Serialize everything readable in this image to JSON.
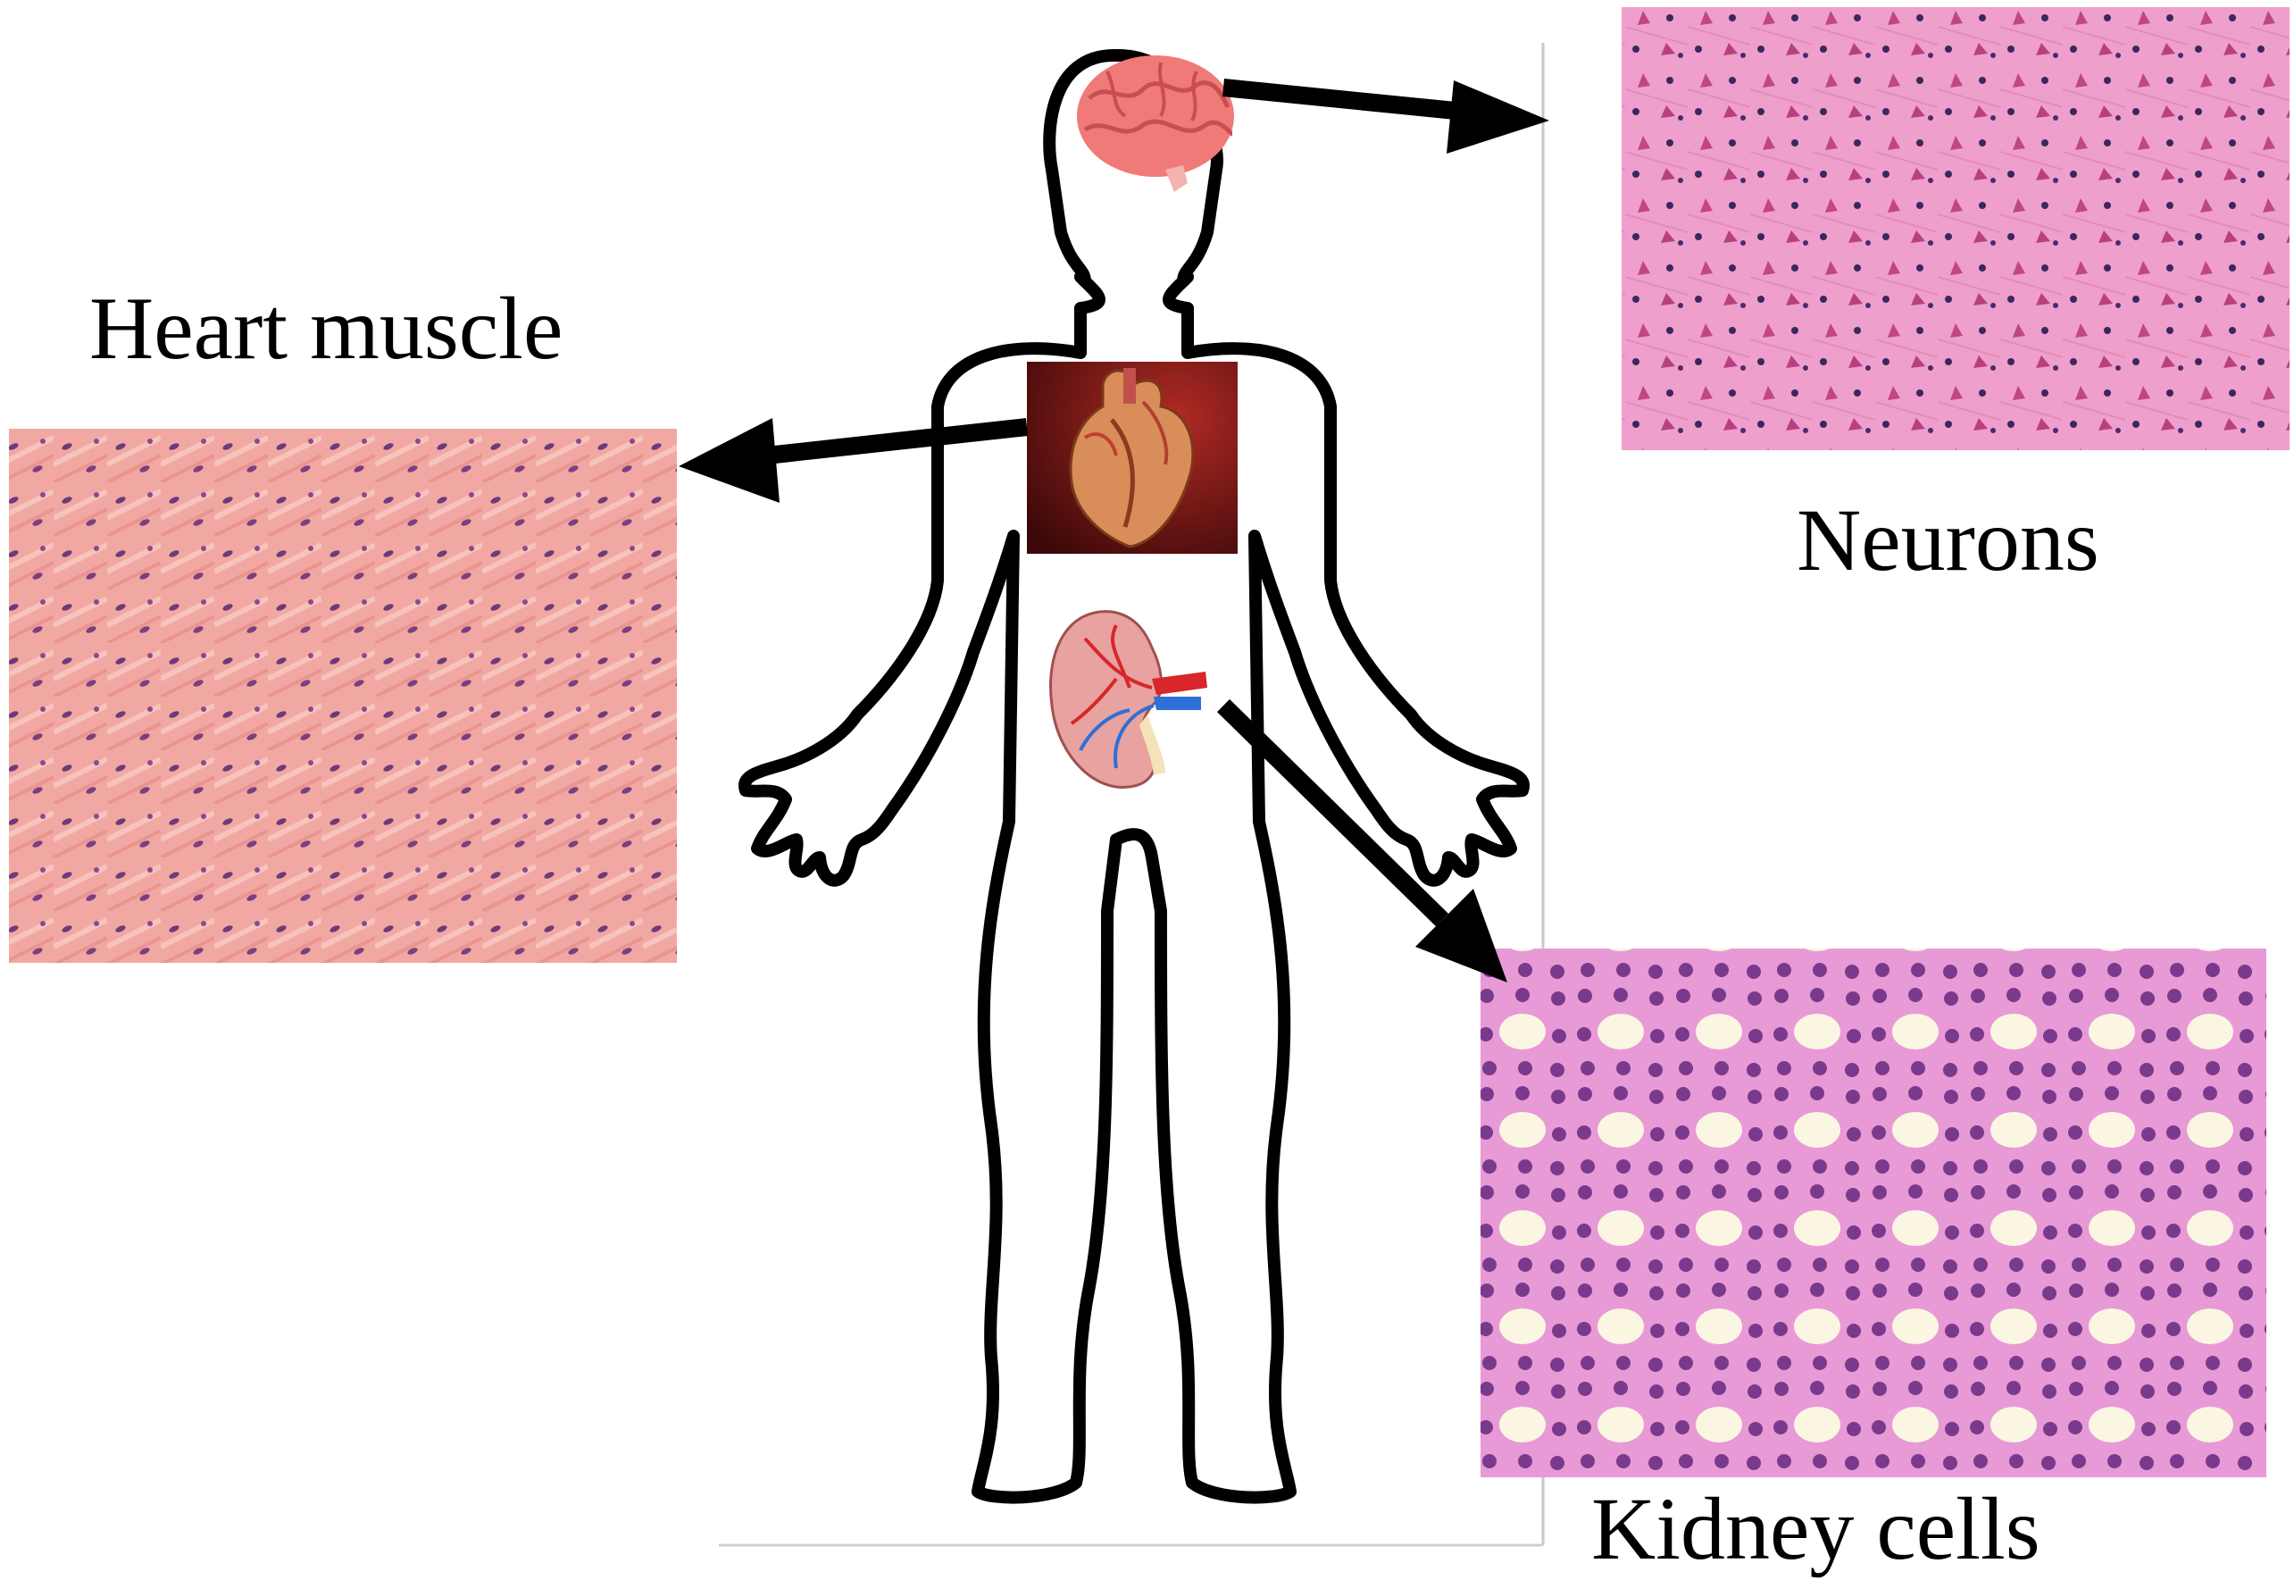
{
  "labels": {
    "heart_muscle": "Heart muscle",
    "neurons": "Neurons",
    "kidney_cells": "Kidney cells"
  },
  "colors": {
    "outline": "#000000",
    "arrow": "#000000",
    "brain": "#f07a78",
    "heart_background": "#8b1a1a",
    "heart_tissue": "#f2a8a2",
    "neuron_tissue": "#ef9fcb",
    "kidney_tissue": "#e9a4d8",
    "kidney_organ": "#e8a2a0"
  },
  "icons": {
    "brain": "brain-icon",
    "heart": "heart-icon",
    "kidney": "kidney-icon"
  }
}
